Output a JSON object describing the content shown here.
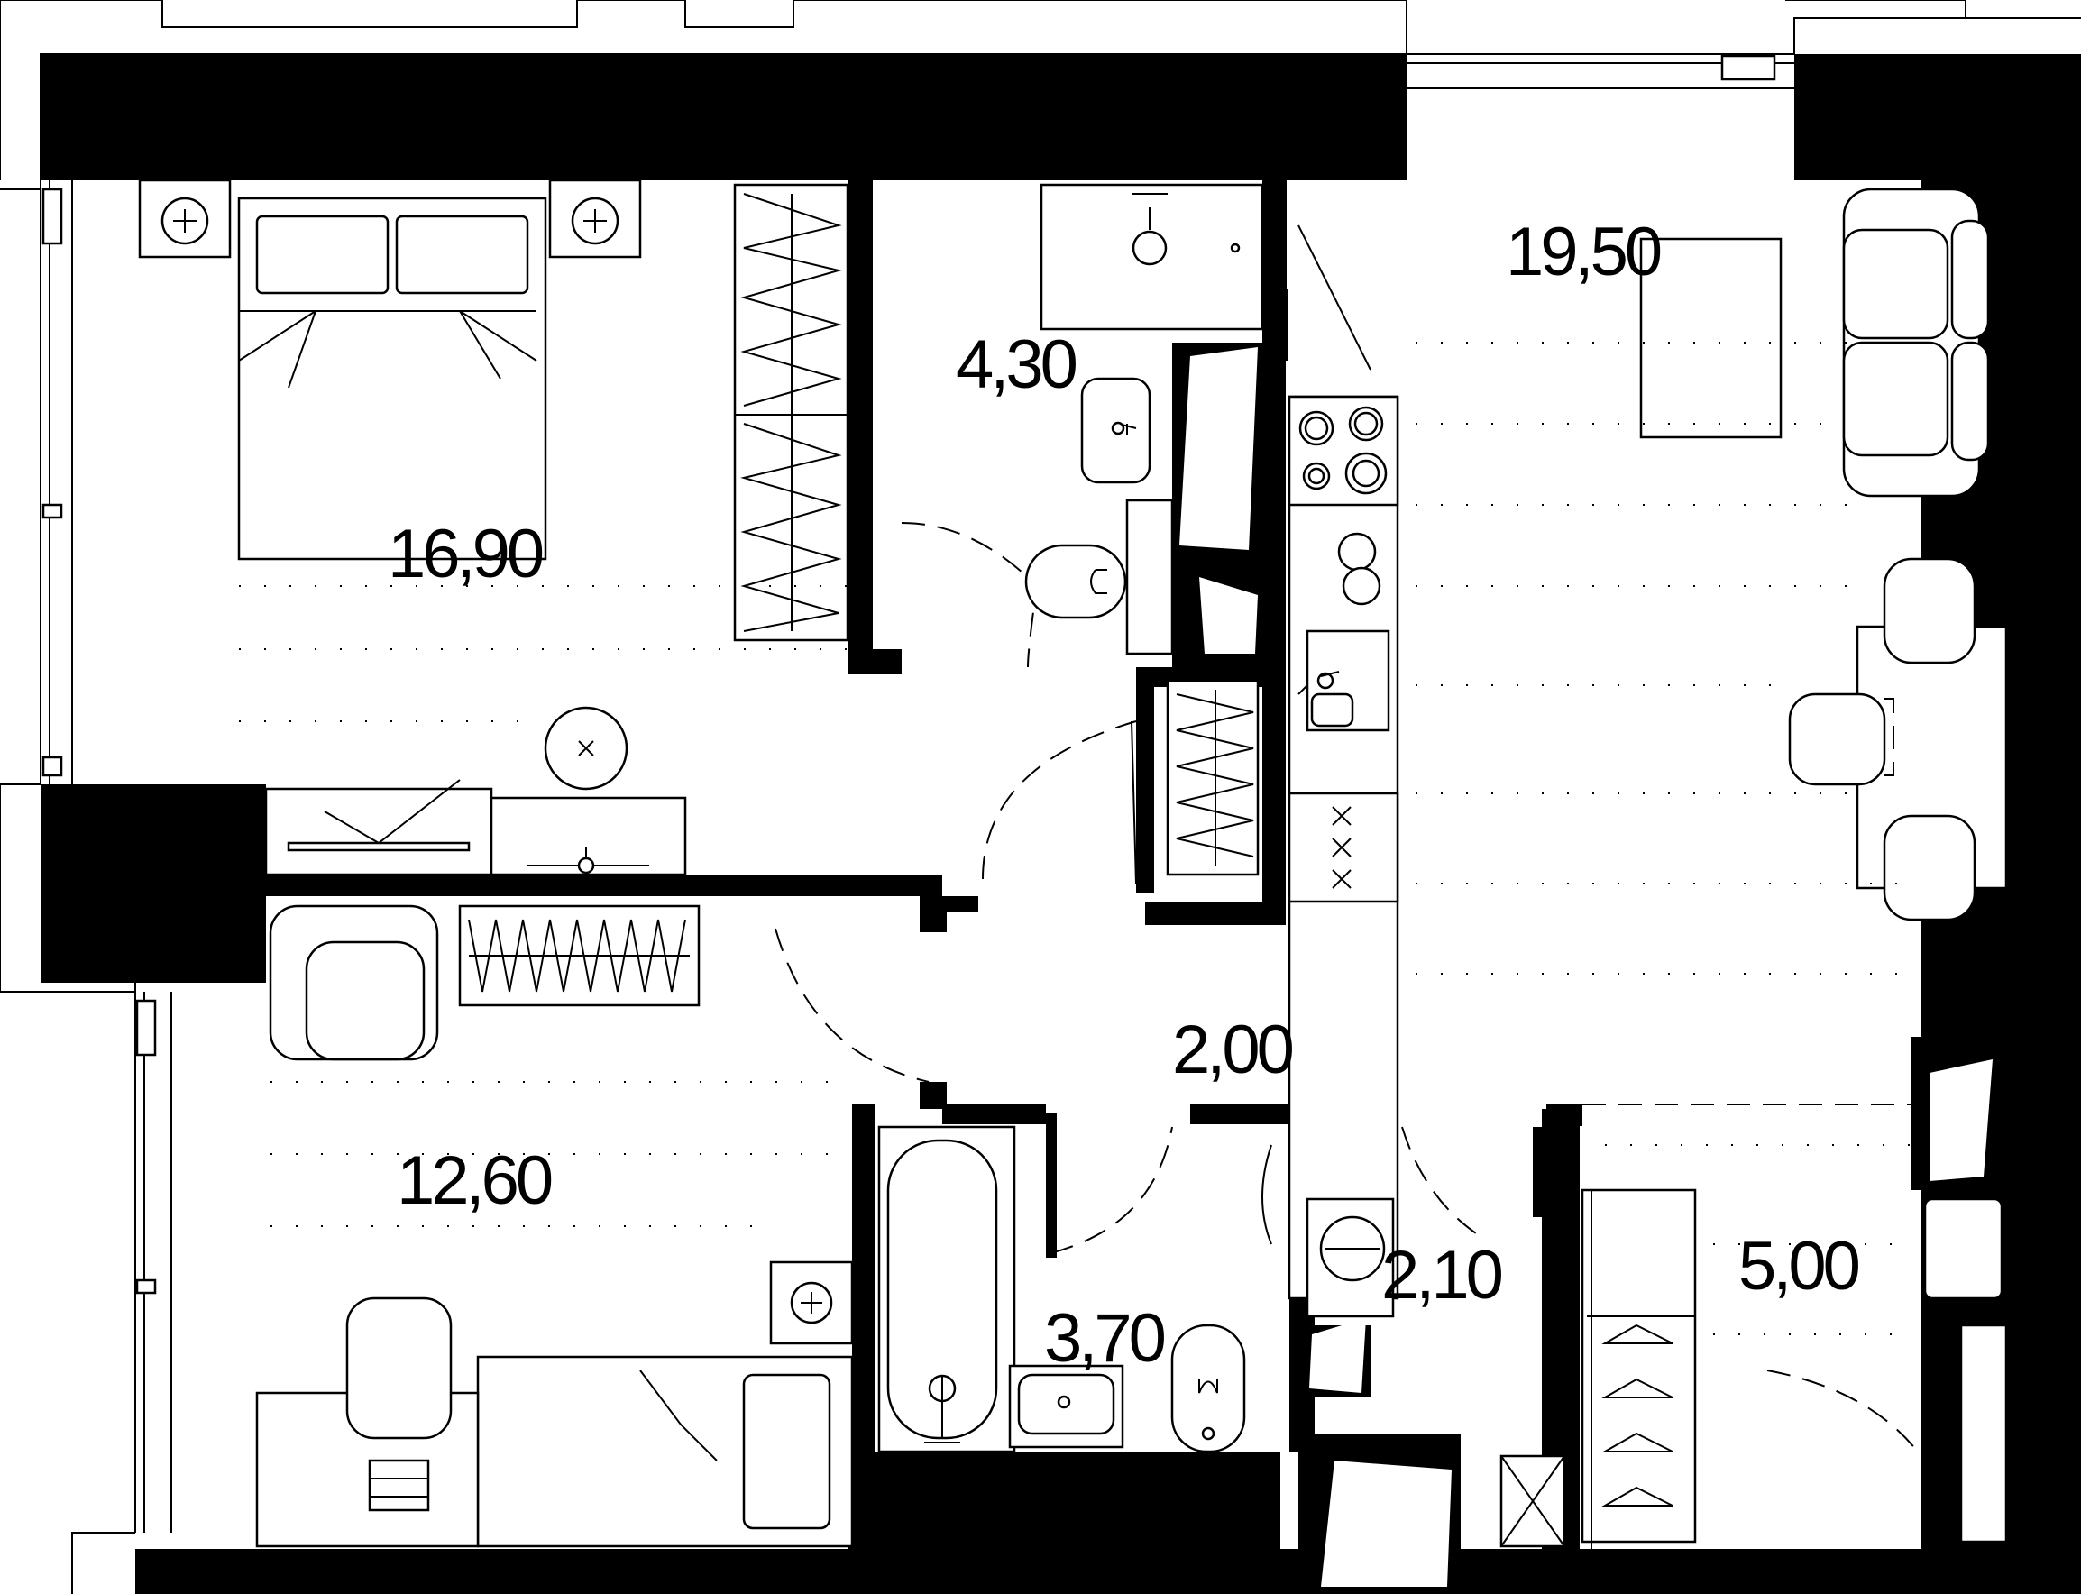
{
  "rooms": [
    {
      "id": "bedroom",
      "area": "16,90"
    },
    {
      "id": "bathroom-top",
      "area": "4,30"
    },
    {
      "id": "kitchen-living",
      "area": "19,50"
    },
    {
      "id": "corridor",
      "area": "2,00"
    },
    {
      "id": "bedroom-2",
      "area": "12,60"
    },
    {
      "id": "bathroom-bottom",
      "area": "3,70"
    },
    {
      "id": "wc",
      "area": "2,10"
    },
    {
      "id": "hallway",
      "area": "5,00"
    }
  ],
  "colors": {
    "wall": "#000000",
    "background": "#ffffff"
  }
}
